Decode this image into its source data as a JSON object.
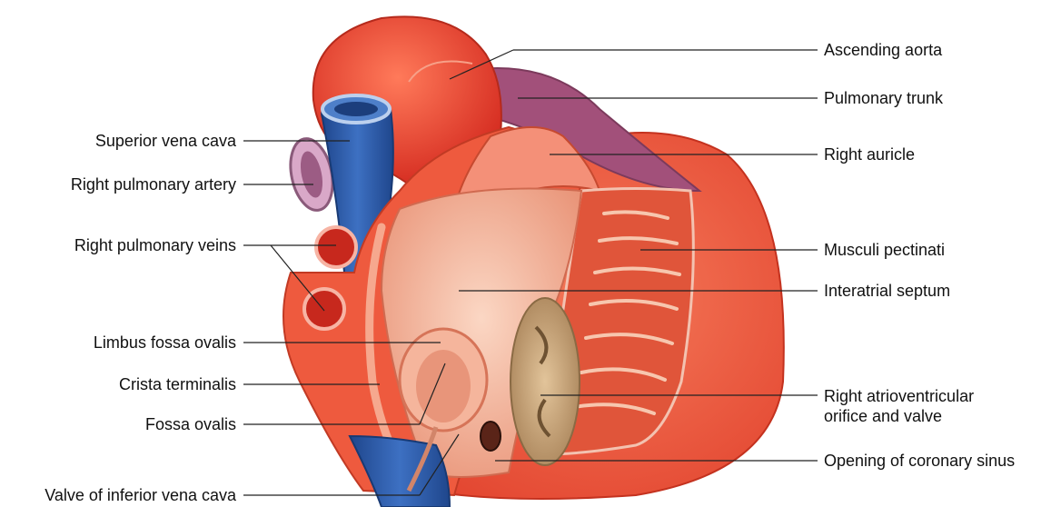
{
  "labels": {
    "superior_vena_cava": "Superior vena cava",
    "right_pulmonary_artery": "Right pulmonary artery",
    "right_pulmonary_veins": "Right pulmonary veins",
    "limbus_fossa_ovalis": "Limbus fossa ovalis",
    "crista_terminalis": "Crista terminalis",
    "fossa_ovalis": "Fossa ovalis",
    "valve_of_inferior_vena_cava": "Valve of inferior vena cava",
    "ascending_aorta": "Ascending aorta",
    "pulmonary_trunk": "Pulmonary trunk",
    "right_auricle": "Right auricle",
    "musculi_pectinati": "Musculi pectinati",
    "interatrial_septum": "Interatrial septum",
    "right_av_orifice_line1": "Right atrioventricular",
    "right_av_orifice_line2": "orifice and valve",
    "opening_of_coronary_sinus": "Opening of coronary sinus"
  },
  "colors": {
    "aorta_red": "#e8362a",
    "muscle_red": "#ef5a3e",
    "vein_blue": "#2c5aa8",
    "pulmonary_purple": "#a2507a",
    "septum_pink": "#f2b49c",
    "valve_tan": "#c8a474",
    "leader_line": "#222222"
  }
}
